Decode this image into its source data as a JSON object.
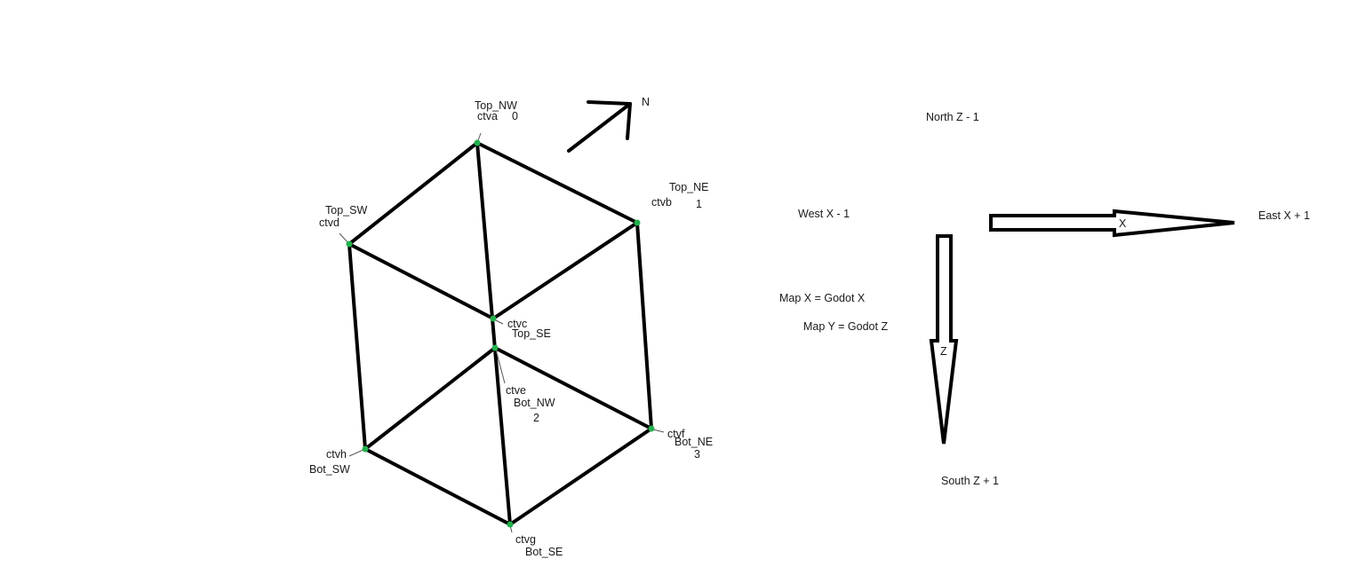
{
  "vertices": [
    {
      "id": "a",
      "name": "Top_NW",
      "ctv": "ctva",
      "index": "0"
    },
    {
      "id": "b",
      "name": "Top_NE",
      "ctv": "ctvb",
      "index": "1"
    },
    {
      "id": "c",
      "name": "Top_SE",
      "ctv": "ctvc",
      "index": ""
    },
    {
      "id": "d",
      "name": "Top_SW",
      "ctv": "ctvd",
      "index": ""
    },
    {
      "id": "e",
      "name": "Bot_NW",
      "ctv": "ctve",
      "index": "2"
    },
    {
      "id": "f",
      "name": "Bot_NE",
      "ctv": "ctvf",
      "index": "3"
    },
    {
      "id": "g",
      "name": "Bot_SE",
      "ctv": "ctvg",
      "index": ""
    },
    {
      "id": "h",
      "name": "Bot_SW",
      "ctv": "ctvh",
      "index": ""
    }
  ],
  "north_label": "N",
  "directions": {
    "north": "North Z - 1",
    "west": "West X - 1",
    "east": "East X + 1",
    "south": "South Z + 1"
  },
  "axes": {
    "x": "X",
    "z": "Z"
  },
  "mappings": {
    "map_x": "Map X = Godot X",
    "map_y": "Map Y = Godot Z"
  },
  "colors": {
    "line": "#000000",
    "vertex": "#22b14c",
    "text": "#1a1a1a"
  }
}
